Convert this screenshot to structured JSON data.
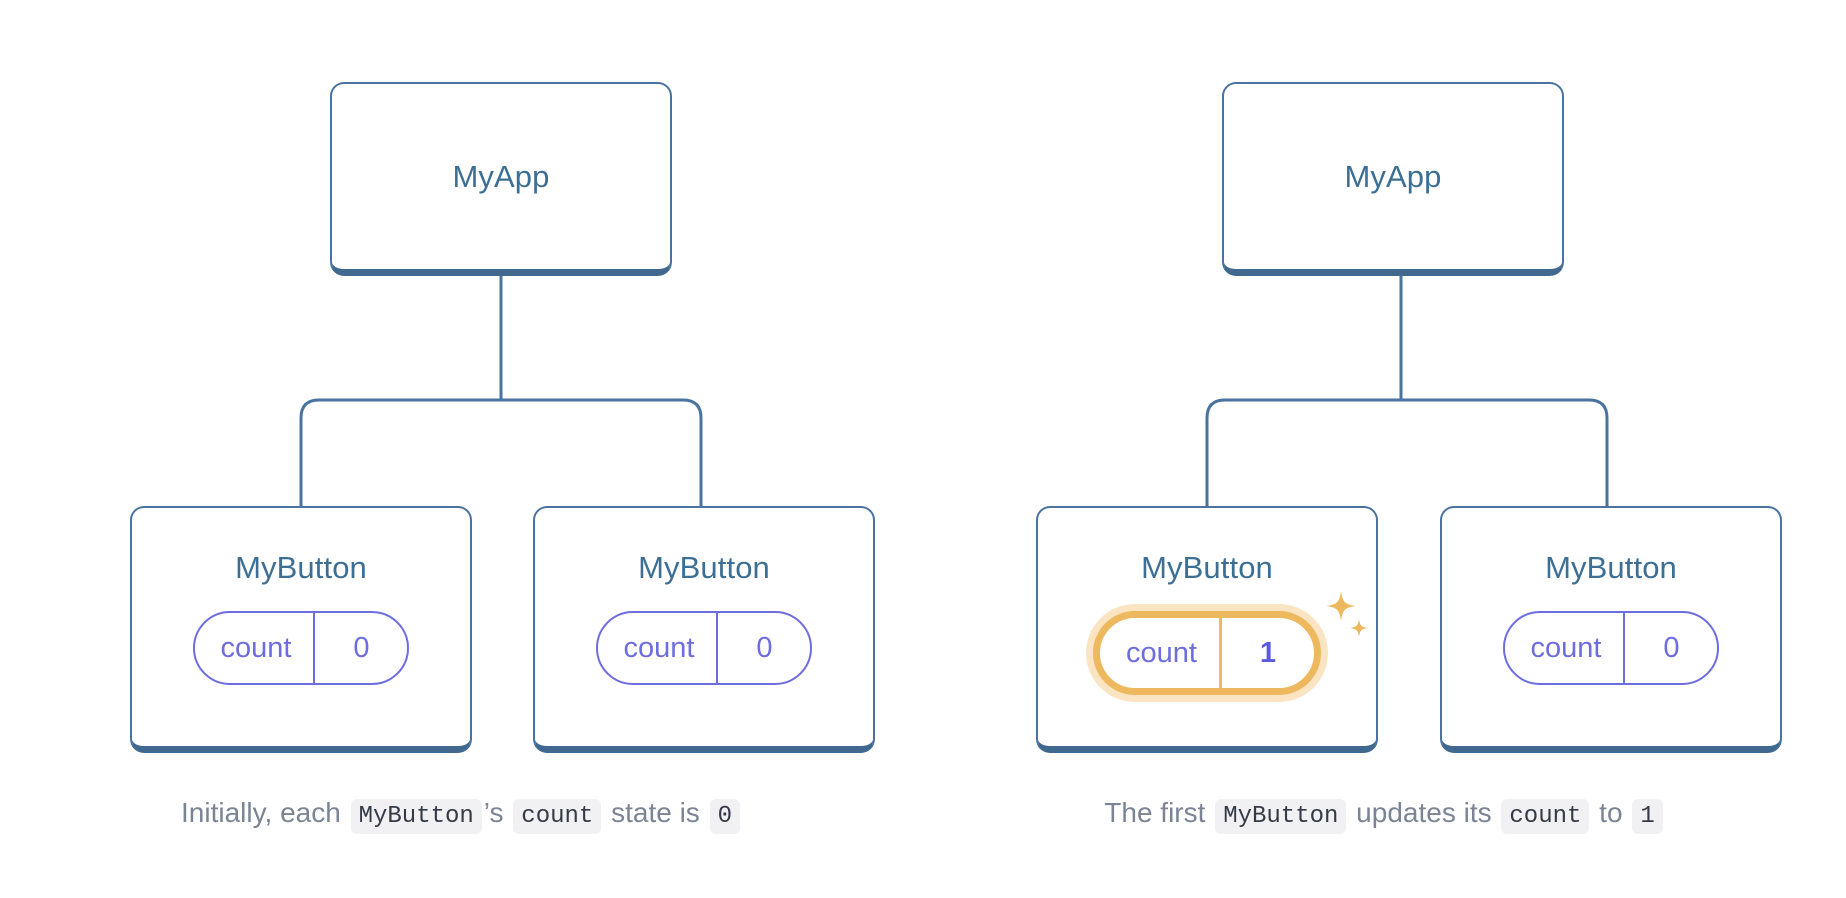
{
  "colors": {
    "node_border": "#4a73a0",
    "node_border_bottom": "#41698f",
    "node_title": "#3d6f95",
    "pill_purple": "#6d6de0",
    "highlight_orange": "#eeb85e",
    "highlight_glow": "#f3c376",
    "caption_text": "#7b8494",
    "code_bg": "#f1f1f4",
    "code_text": "#343a46",
    "background": "#ffffff"
  },
  "panels": [
    {
      "id": "initial-state",
      "root": {
        "title": "MyApp"
      },
      "children": [
        {
          "title": "MyButton",
          "state": {
            "key": "count",
            "value": "0"
          },
          "highlighted": false
        },
        {
          "title": "MyButton",
          "state": {
            "key": "count",
            "value": "0"
          },
          "highlighted": false
        }
      ],
      "caption": {
        "parts": [
          {
            "type": "text",
            "text": "Initially, each "
          },
          {
            "type": "code",
            "text": "MyButton"
          },
          {
            "type": "text",
            "text": "’s "
          },
          {
            "type": "code",
            "text": "count"
          },
          {
            "type": "text",
            "text": " state is "
          },
          {
            "type": "code",
            "text": "0"
          }
        ]
      }
    },
    {
      "id": "after-update",
      "root": {
        "title": "MyApp"
      },
      "children": [
        {
          "title": "MyButton",
          "state": {
            "key": "count",
            "value": "1"
          },
          "highlighted": true,
          "sparkle_icon": "sparkles-icon"
        },
        {
          "title": "MyButton",
          "state": {
            "key": "count",
            "value": "0"
          },
          "highlighted": false
        }
      ],
      "caption": {
        "parts": [
          {
            "type": "text",
            "text": "The first "
          },
          {
            "type": "code",
            "text": "MyButton"
          },
          {
            "type": "text",
            "text": " updates its "
          },
          {
            "type": "code",
            "text": "count"
          },
          {
            "type": "text",
            "text": " to "
          },
          {
            "type": "code",
            "text": "1"
          }
        ]
      }
    }
  ]
}
